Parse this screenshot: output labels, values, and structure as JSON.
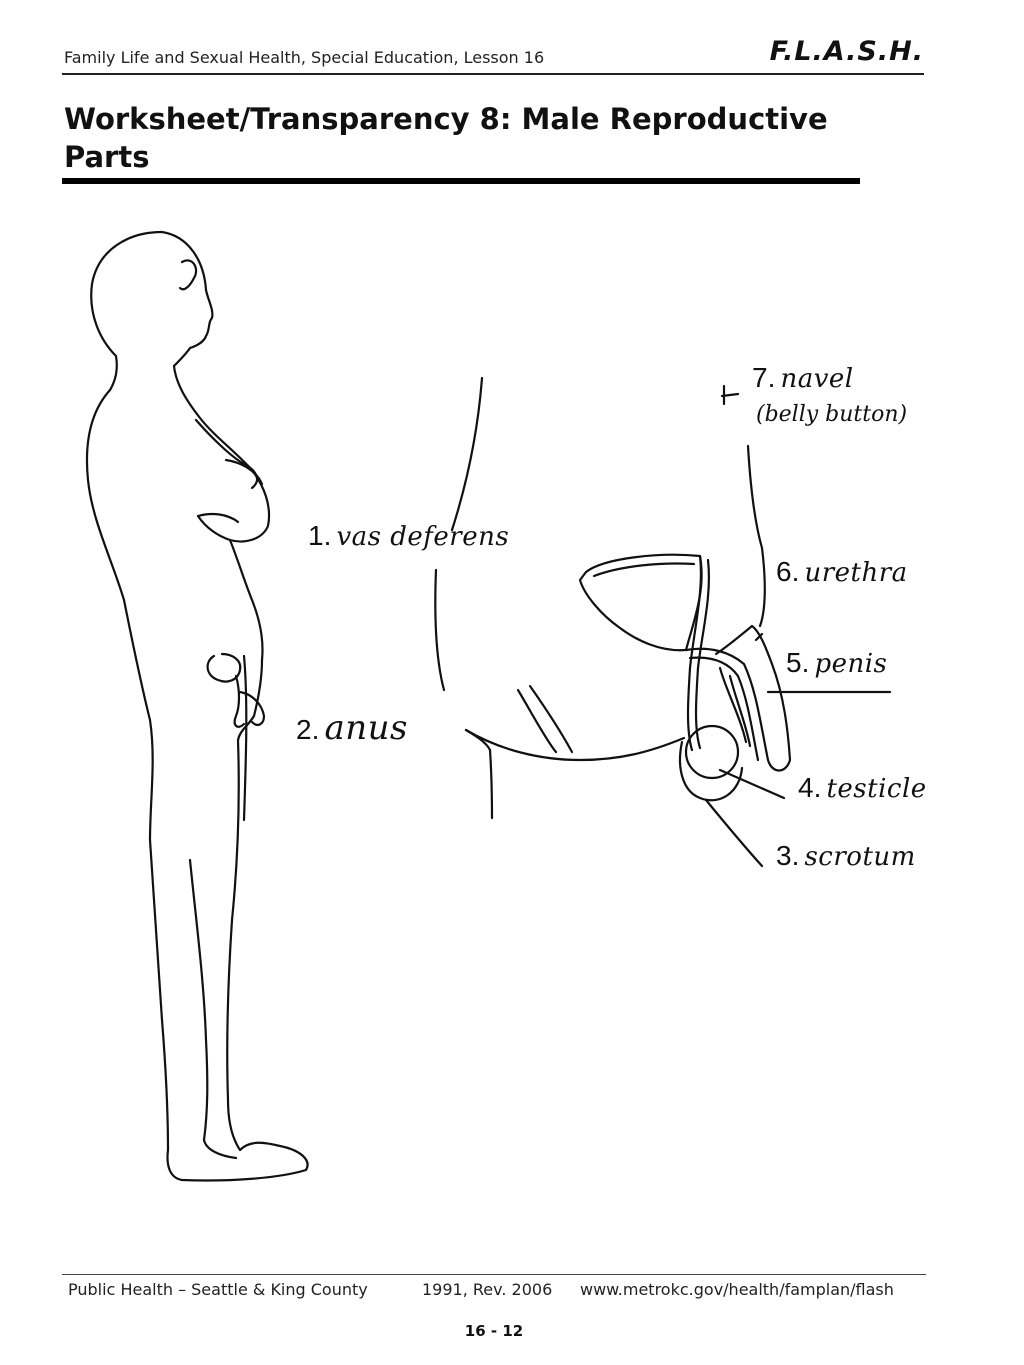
{
  "header": {
    "course": "Family Life and Sexual Health, Special Education, Lesson 16",
    "brand": "F.L.A.S.H."
  },
  "title": "Worksheet/Transparency 8: Male Reproductive Parts",
  "labels": [
    {
      "num": "1.",
      "text": "vas deferens"
    },
    {
      "num": "2.",
      "text": "anus"
    },
    {
      "num": "3.",
      "text": "scrotum"
    },
    {
      "num": "4.",
      "text": "testicle"
    },
    {
      "num": "5.",
      "text": "penis"
    },
    {
      "num": "6.",
      "text": "urethra"
    },
    {
      "num": "7.",
      "text": "navel"
    }
  ],
  "navel_note": "(belly button)",
  "footer": {
    "org": "Public Health – Seattle & King County",
    "date": "1991, Rev. 2006",
    "url": "www.metrokc.gov/health/famplan/flash",
    "page": "16 - 12"
  }
}
